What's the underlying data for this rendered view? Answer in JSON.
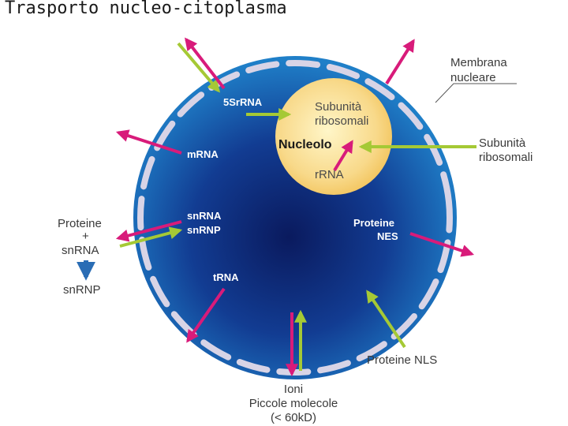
{
  "title": "Trasporto nucleo-citoplasma",
  "labels": {
    "membrana_line1": "Membrana",
    "membrana_line2": "nucleare",
    "subunita_outside_line1": "Subunità",
    "subunita_outside_line2": "ribosomali",
    "subunita_inside_line1": "Subunità",
    "subunita_inside_line2": "ribosomali",
    "nucleolo": "Nucleolo",
    "rrna": "rRNA",
    "fivesrrna": "5SrRNA",
    "mrna": "mRNA",
    "snrna": "snRNA",
    "snrnp": "snRNP",
    "trna": "tRNA",
    "proteine_nes_line1": "Proteine",
    "proteine_nes_line2": "NES",
    "proteine_nls": "Proteine NLS",
    "ioni": "Ioni",
    "piccole_molecole": "Piccole molecole",
    "kd": "(< 60kD)",
    "left_proteine": "Proteine",
    "left_plus": "+",
    "left_snrna": "snRNA",
    "left_snrnp": "snRNP"
  },
  "colors": {
    "nucleus_center": "#0a1a5e",
    "nucleus_edge": "#1f7fc8",
    "pores": "#d8d4e6",
    "nucleolus_center": "#fff6c8",
    "nucleolus_edge": "#f2c35a",
    "import_arrow": "#a5c935",
    "export_arrow": "#d81b7a",
    "conversion_arrow": "#2a6db5"
  }
}
